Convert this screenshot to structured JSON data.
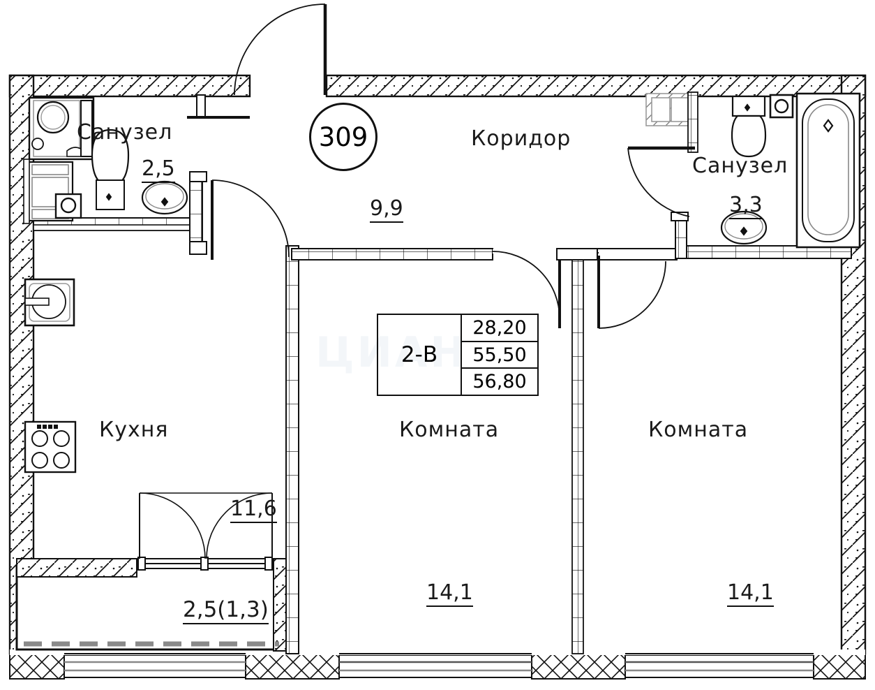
{
  "plan": {
    "apartment_number": "309",
    "type_badge": "2-В",
    "areas_table": [
      "28,20",
      "55,50",
      "56,80"
    ],
    "watermark": "ЦИАН",
    "rooms": [
      {
        "key": "bath_left",
        "name": "Санузел",
        "area": "2,5"
      },
      {
        "key": "corridor",
        "name": "Коридор",
        "area": "9,9"
      },
      {
        "key": "bath_right",
        "name": "Санузел",
        "area": "3,3"
      },
      {
        "key": "kitchen",
        "name": "Кухня",
        "area": "11,6"
      },
      {
        "key": "room_left",
        "name": "Комната",
        "area": "14,1"
      },
      {
        "key": "room_right",
        "name": "Комната",
        "area": "14,1"
      },
      {
        "key": "balcony",
        "name": "",
        "area": "2,5(1,3)"
      }
    ],
    "colors": {
      "line": "#111111",
      "wall_fill": "#ffffff",
      "hatch": "#222222",
      "dashed_rail": "#8a8a8a"
    }
  }
}
